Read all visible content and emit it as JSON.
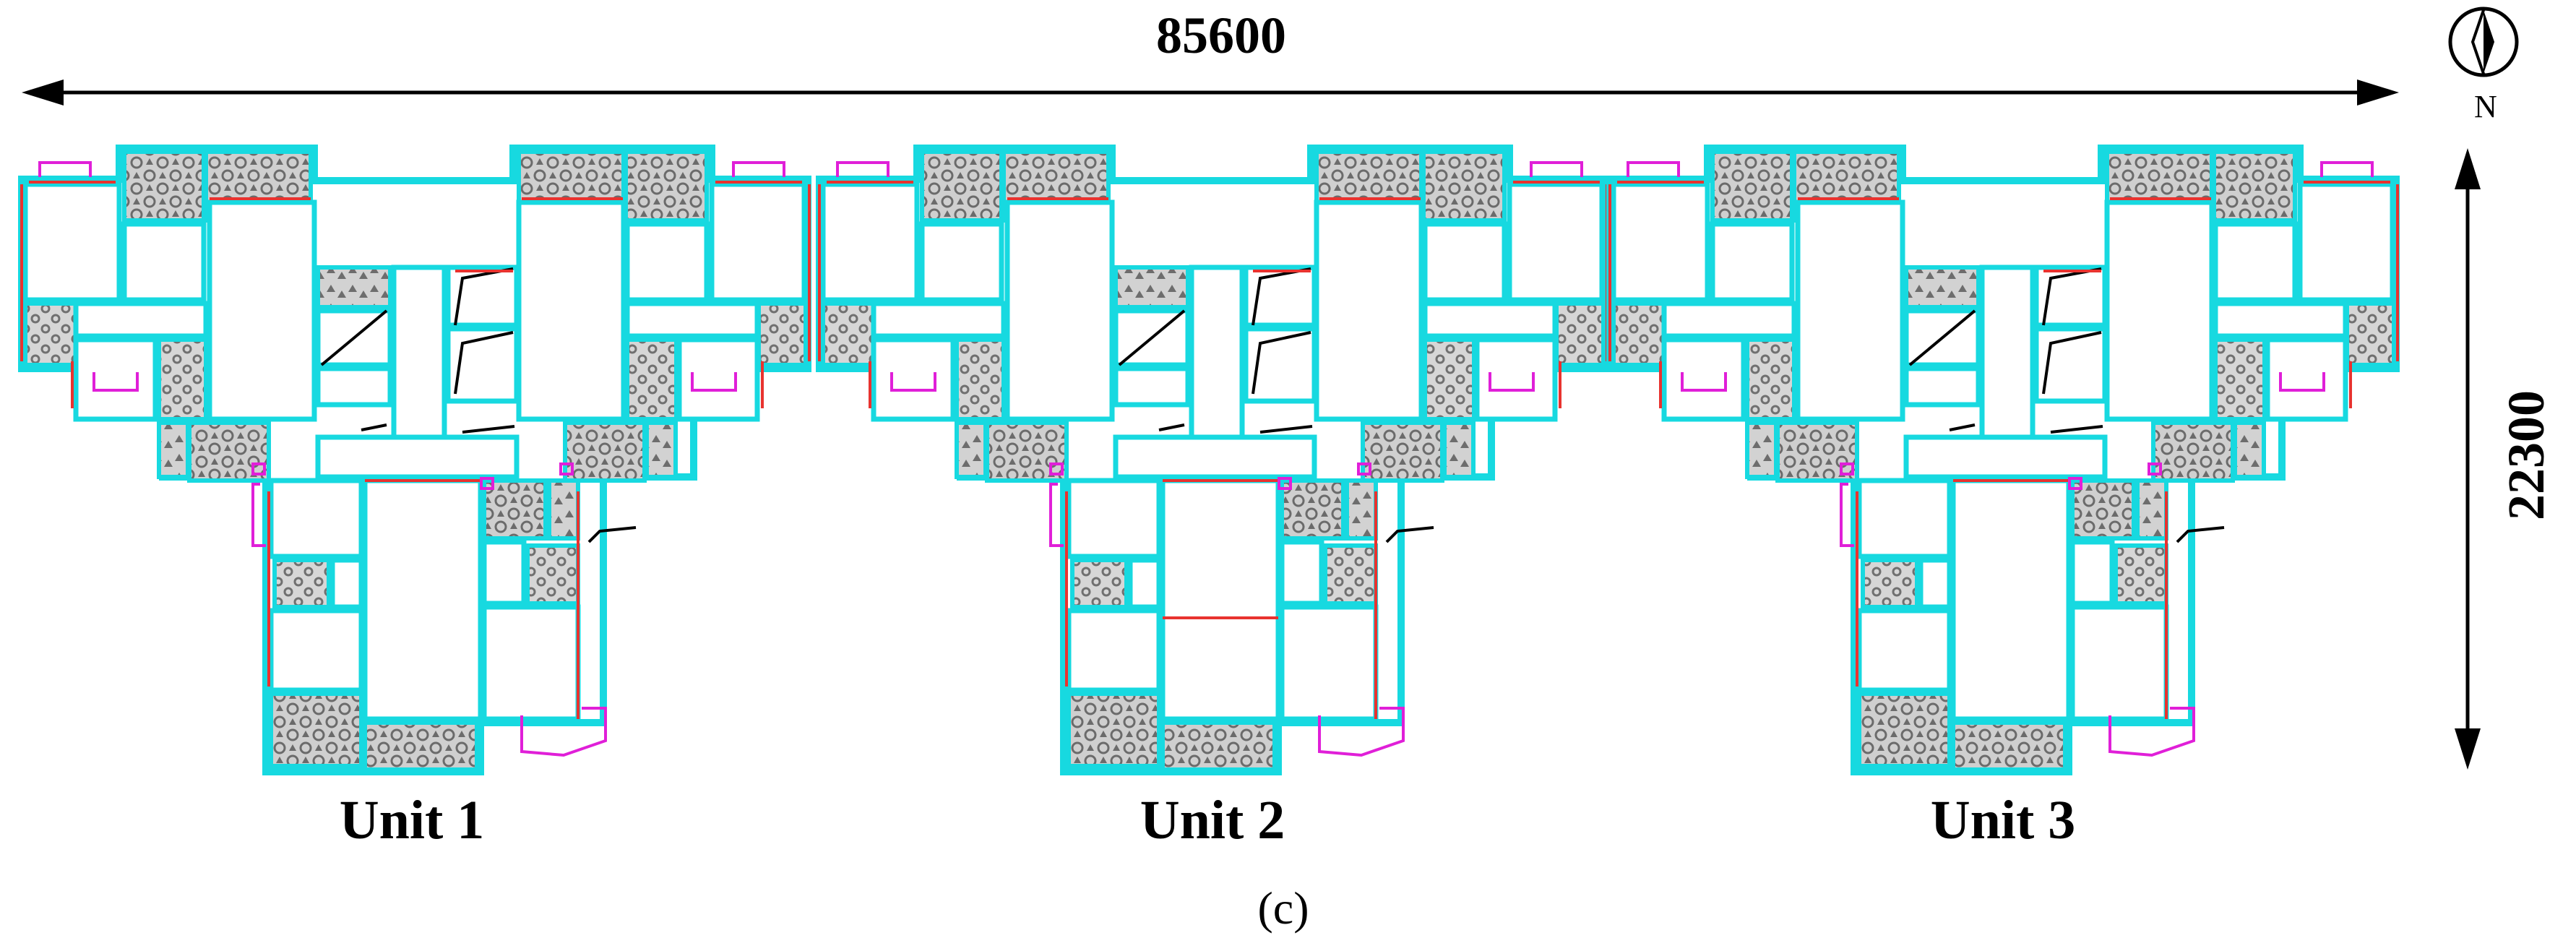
{
  "dimensions": {
    "width_label": "85600",
    "depth_label": "22300"
  },
  "compass": {
    "letter": "N"
  },
  "units": [
    {
      "label": "Unit 1"
    },
    {
      "label": "Unit 2"
    },
    {
      "label": "Unit 3"
    }
  ],
  "caption": "(c)",
  "colors": {
    "wall_cyan": "#17d9e0",
    "window_red": "#e8332f",
    "balcony_magenta": "#e01fd8",
    "line_black": "#000000",
    "hatch_gray": "#8a8a8a"
  }
}
